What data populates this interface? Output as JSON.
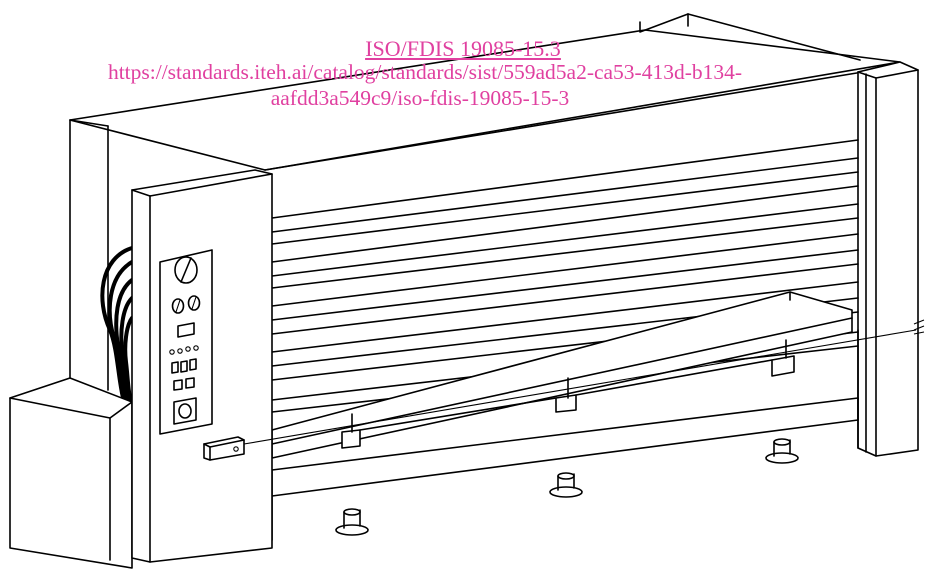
{
  "watermark": {
    "title": "ISO/FDIS 19085-15.3",
    "url_line1": "https://standards.iteh.ai/catalog/standards/sist/559ad5a2-ca53-413d-b134-",
    "url_line2": "aafdd3a549c9/iso-fdis-19085-15-3",
    "color": "#e040a0"
  },
  "drawing": {
    "subject": "multi-daylight-press",
    "line_color": "#000000",
    "background": "#ffffff"
  }
}
